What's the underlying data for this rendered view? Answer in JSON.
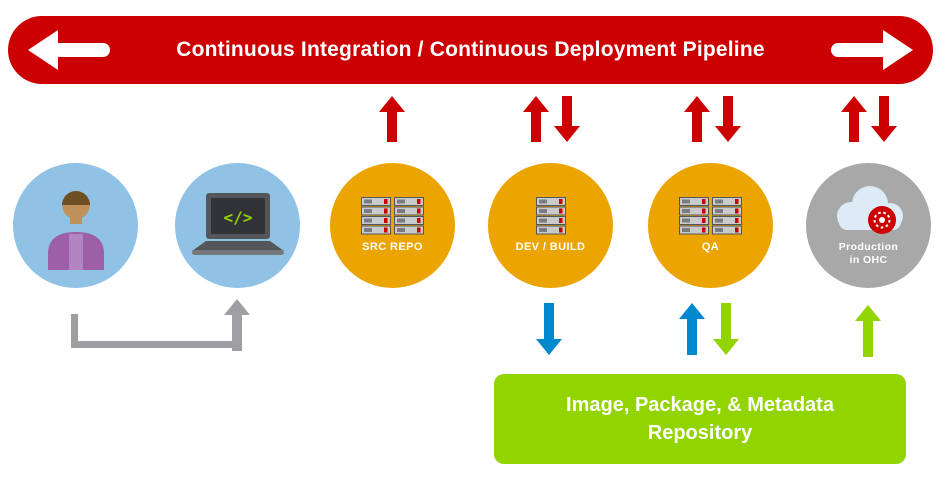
{
  "banner": {
    "title": "Continuous Integration / Continuous Deployment Pipeline",
    "color": "#CC0000"
  },
  "nodes": [
    {
      "id": "developer",
      "icon": "person-icon",
      "color": "#8FC2E4"
    },
    {
      "id": "workstation",
      "icon": "laptop-icon",
      "screen_text": "</>",
      "color": "#8FC2E4"
    },
    {
      "id": "src-repo",
      "icon": "server-stack-icon",
      "label": "SRC REPO",
      "color": "#ECA400"
    },
    {
      "id": "dev-build",
      "icon": "server-stack-icon",
      "label": "DEV / BUILD",
      "color": "#ECA400"
    },
    {
      "id": "qa",
      "icon": "server-stack-icon",
      "label": "QA",
      "color": "#ECA400"
    },
    {
      "id": "production",
      "icon": "cloud-icon",
      "lines": [
        "Production",
        "in OHC"
      ],
      "color": "#A8A8A9"
    }
  ],
  "pipeline_arrows": {
    "color": "#CC0000",
    "src_repo": [
      "up"
    ],
    "dev_build": [
      "up",
      "down"
    ],
    "qa": [
      "up",
      "down"
    ],
    "production": [
      "up",
      "down"
    ]
  },
  "repository_arrows": [
    {
      "node": "dev-build",
      "direction": "down",
      "color": "#0088CE"
    },
    {
      "node": "qa",
      "direction": "up",
      "color": "#0088CE"
    },
    {
      "node": "qa",
      "direction": "down",
      "color": "#92D400"
    },
    {
      "node": "production",
      "direction": "up",
      "color": "#92D400"
    }
  ],
  "connector": {
    "from": "developer",
    "to": "workstation",
    "color": "#9D9FA2"
  },
  "repository_box": {
    "color": "#92D400",
    "lines": [
      "Image, Package, & Metadata",
      "Repository"
    ]
  }
}
